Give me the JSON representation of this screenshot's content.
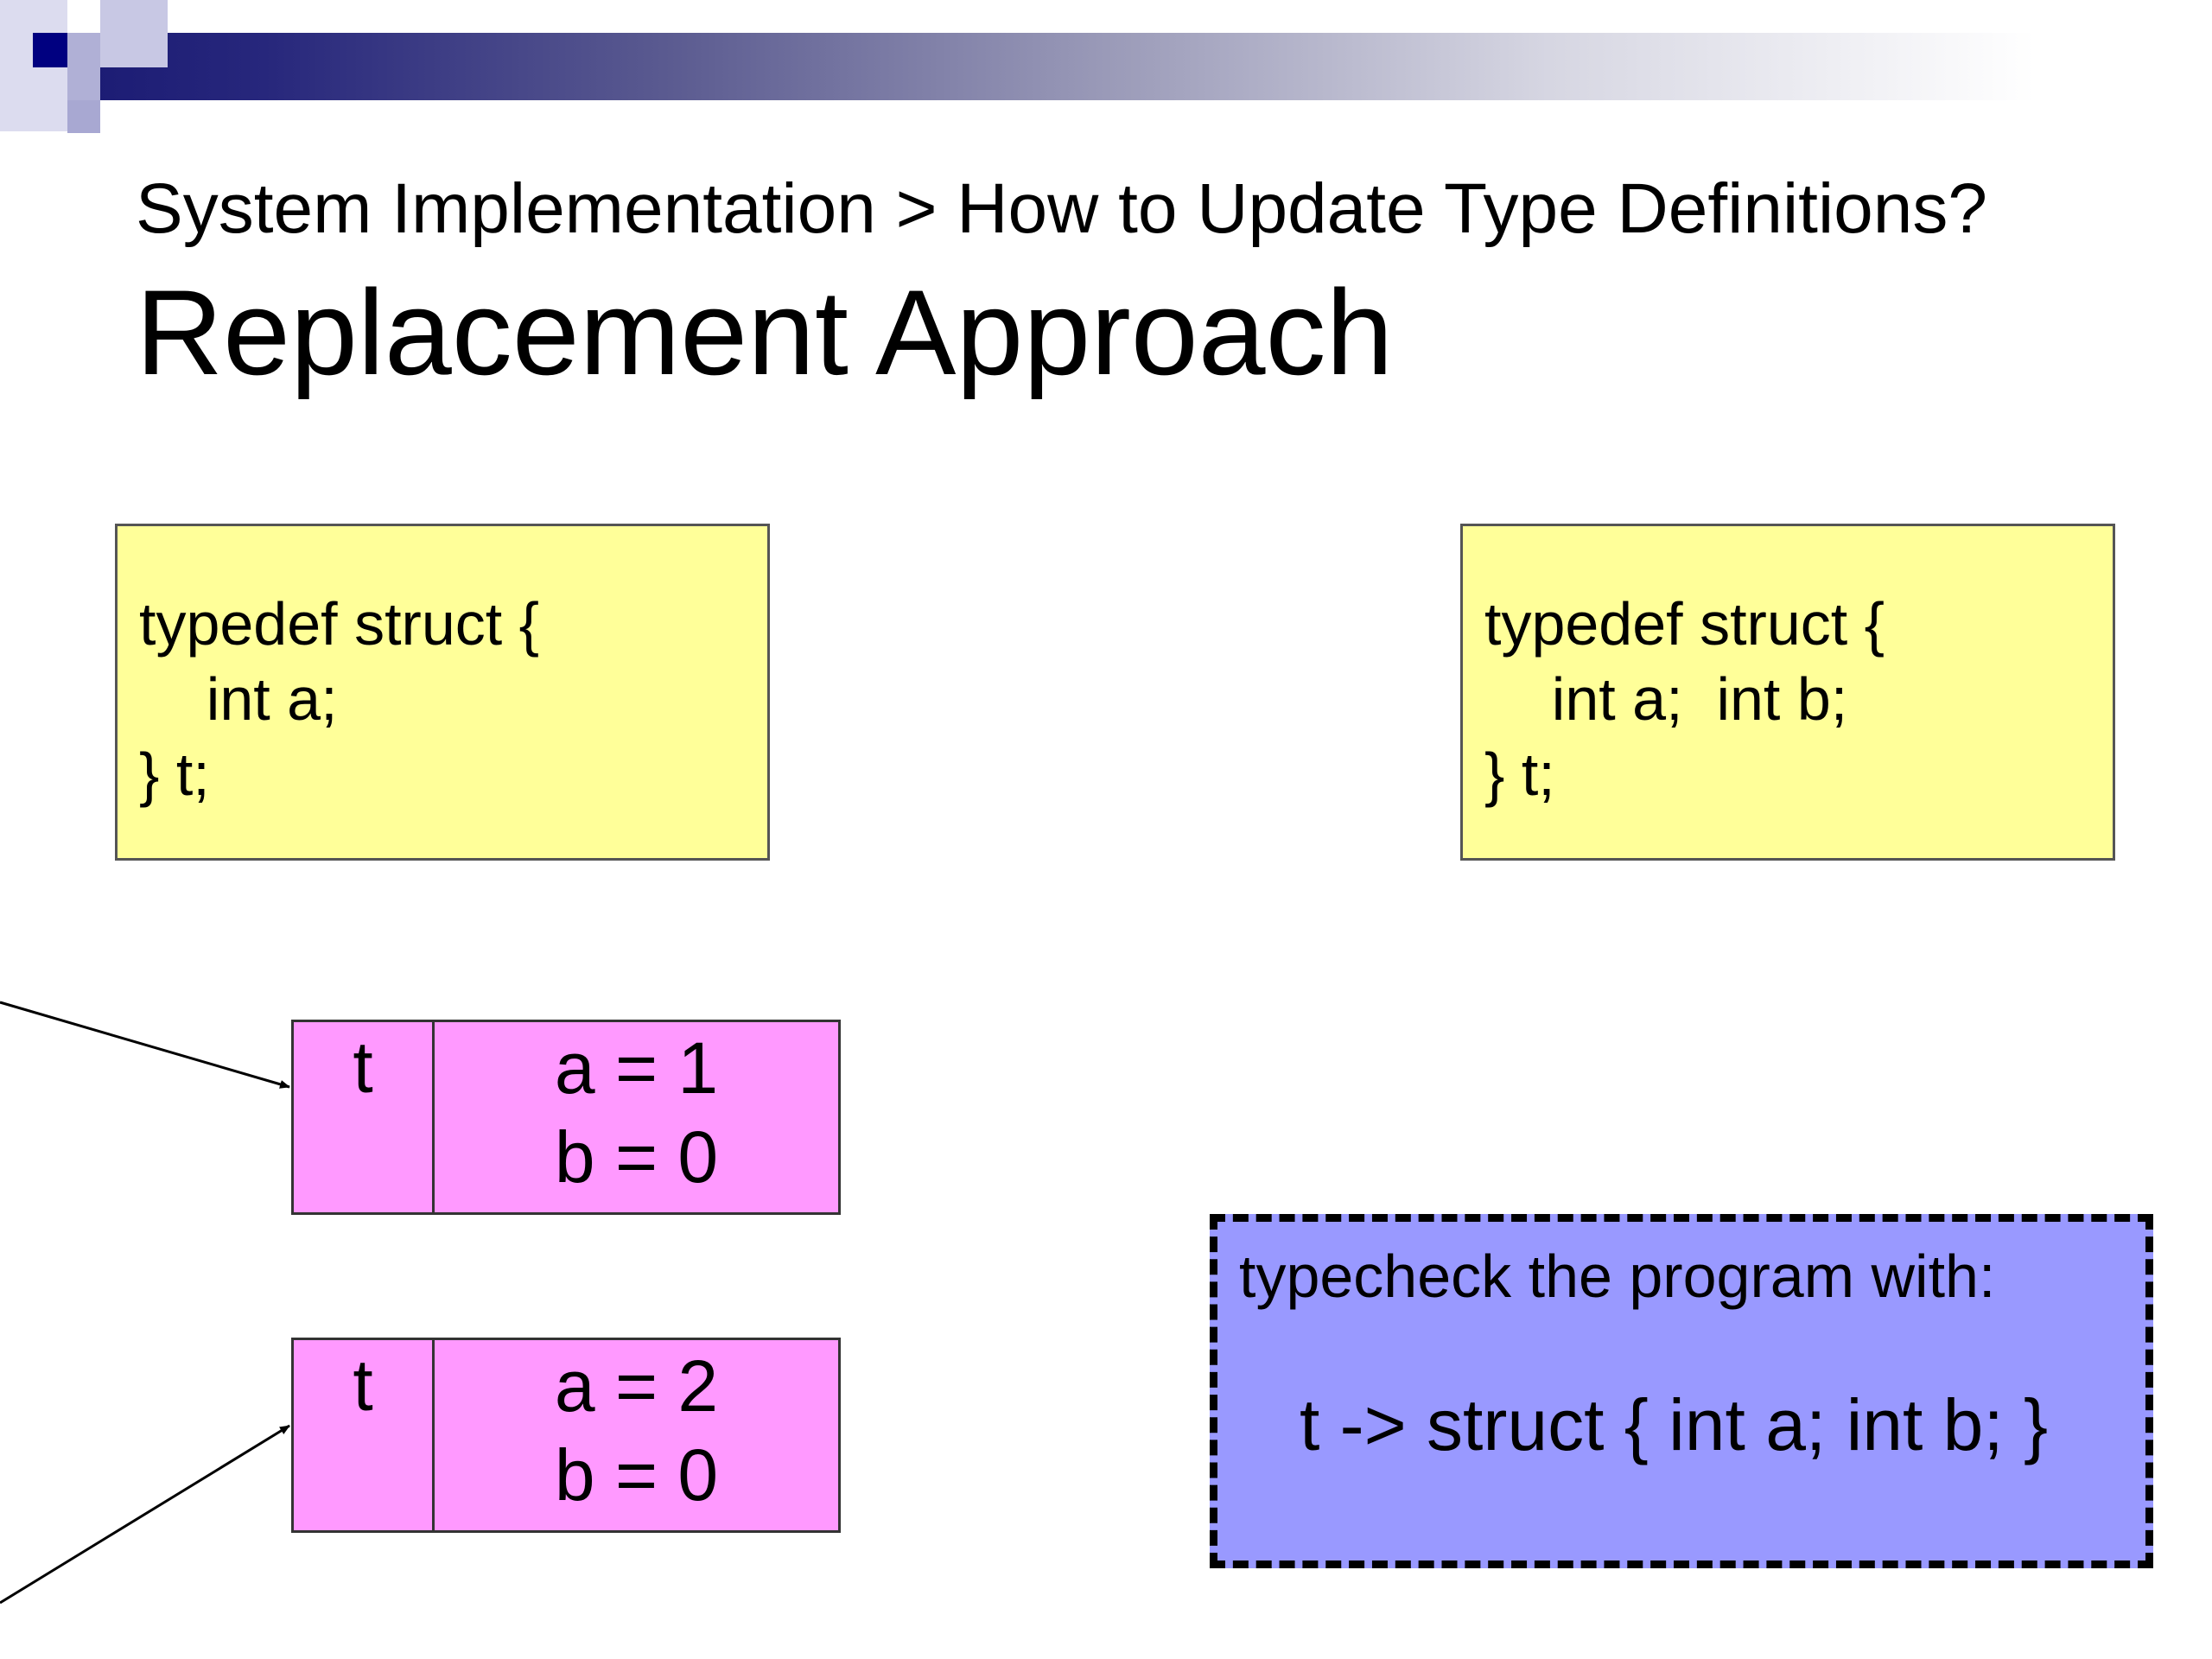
{
  "slide": {
    "breadcrumb": "System Implementation > How to Update Type Definitions?",
    "title": "Replacement Approach"
  },
  "old_type": {
    "lines": [
      "typedef struct {",
      "    int a;",
      "} t;"
    ]
  },
  "new_type": {
    "lines": [
      "typedef struct {",
      "    int a;  int b;",
      "} t;"
    ]
  },
  "objects": [
    {
      "type": "t",
      "fields": [
        "a = 1",
        "b = 0"
      ]
    },
    {
      "type": "t",
      "fields": [
        "a = 2",
        "b = 0"
      ]
    }
  ],
  "note": {
    "line1": "typecheck the program with:",
    "line2": "t -> struct { int a; int b; }"
  },
  "colors": {
    "type_box": "#ffff99",
    "object_box": "#ff99ff",
    "note_box": "#9999ff",
    "header_bar": "#161670"
  }
}
